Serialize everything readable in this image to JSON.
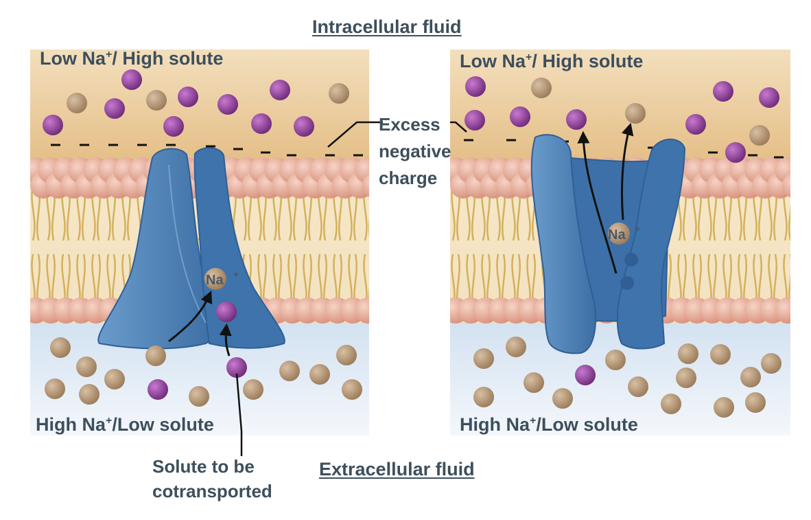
{
  "diagram": {
    "title_top": "Intracellular fluid",
    "title_bottom": "Extracellular fluid",
    "panels": [
      {
        "top_label": {
          "pre": "Low Na",
          "sup": "+",
          "post": "/ High solute"
        },
        "bottom_label": {
          "pre": "High Na",
          "sup": "+",
          "post": "/Low solute"
        },
        "ion_label": "Na",
        "ion_sup": "+"
      },
      {
        "top_label": {
          "pre": "Low Na",
          "sup": "+",
          "post": "/ High solute"
        },
        "bottom_label": {
          "pre": "High Na",
          "sup": "+",
          "post": "/Low solute"
        },
        "ion_label": "Na",
        "ion_sup": "+"
      }
    ],
    "callouts": {
      "excess_charge": [
        "Excess",
        "negative",
        "charge"
      ],
      "solute": [
        "Solute to be",
        "cotransported"
      ]
    },
    "colors": {
      "intracellular": "#e9c892",
      "extracellular": "#dfe9f4",
      "protein": "#4a7fb5",
      "sodium_ion": "#a88866",
      "solute": "#8b3f8f",
      "phospholipid_head": "#e3a08c",
      "lipid_tail": "#d9b65b"
    }
  }
}
